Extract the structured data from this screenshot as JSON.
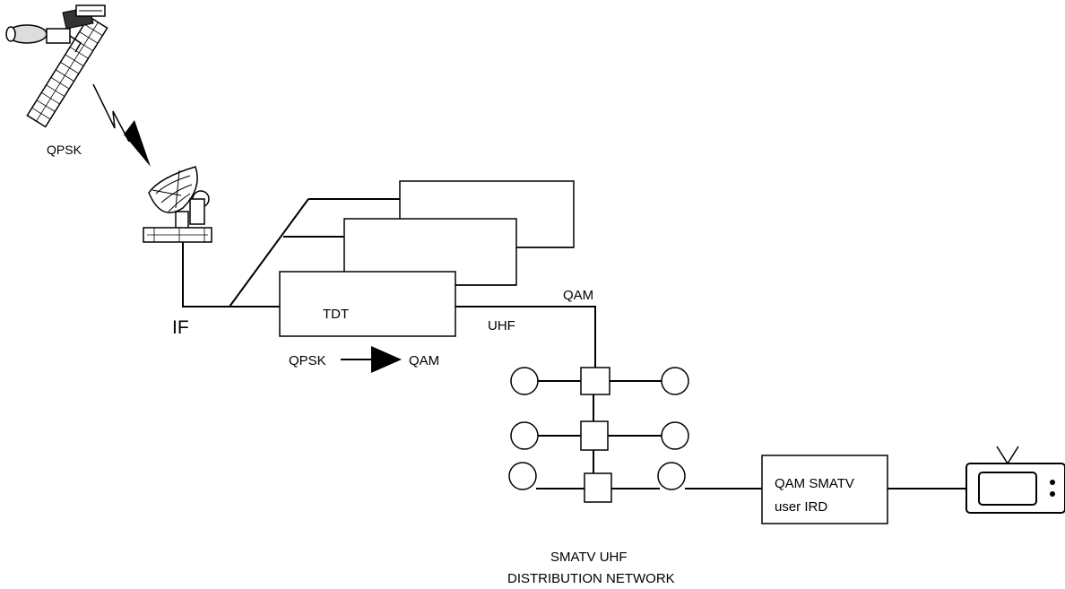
{
  "labels": {
    "qpsk_downlink": "QPSK",
    "if": "IF",
    "tdt": "TDT",
    "qpsk_in": "QPSK",
    "qam_out": "QAM",
    "qam_line": "QAM",
    "uhf_line": "UHF",
    "ird_line1": "QAM SMATV",
    "ird_line2": "user IRD",
    "network_line1": "SMATV UHF",
    "network_line2": "DISTRIBUTION NETWORK"
  }
}
